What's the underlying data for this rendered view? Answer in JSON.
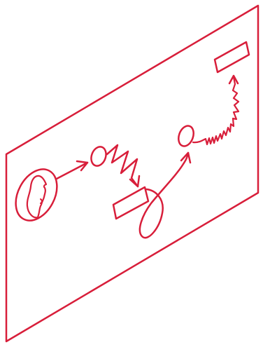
{
  "colors": {
    "stroke": "#D81E3A",
    "background": "#FFFFFF"
  },
  "diagram": {
    "style": "hand-drawn line art on isometric panel",
    "elements": [
      {
        "name": "panel",
        "kind": "parallelogram-board"
      },
      {
        "name": "face-profile-icon",
        "kind": "portrait-in-oval"
      },
      {
        "name": "arrow-face-to-circle",
        "kind": "straight-arrow"
      },
      {
        "name": "circle-node-1",
        "kind": "small-circle"
      },
      {
        "name": "zigzag-arrow",
        "kind": "zigzag-arrow"
      },
      {
        "name": "rectangle-node-1",
        "kind": "rectangle"
      },
      {
        "name": "loop-arrow",
        "kind": "curly-loop-arrow"
      },
      {
        "name": "circle-node-2",
        "kind": "small-circle"
      },
      {
        "name": "squiggle-arrow",
        "kind": "wavy-arrow"
      },
      {
        "name": "rectangle-node-2",
        "kind": "rectangle"
      }
    ]
  }
}
